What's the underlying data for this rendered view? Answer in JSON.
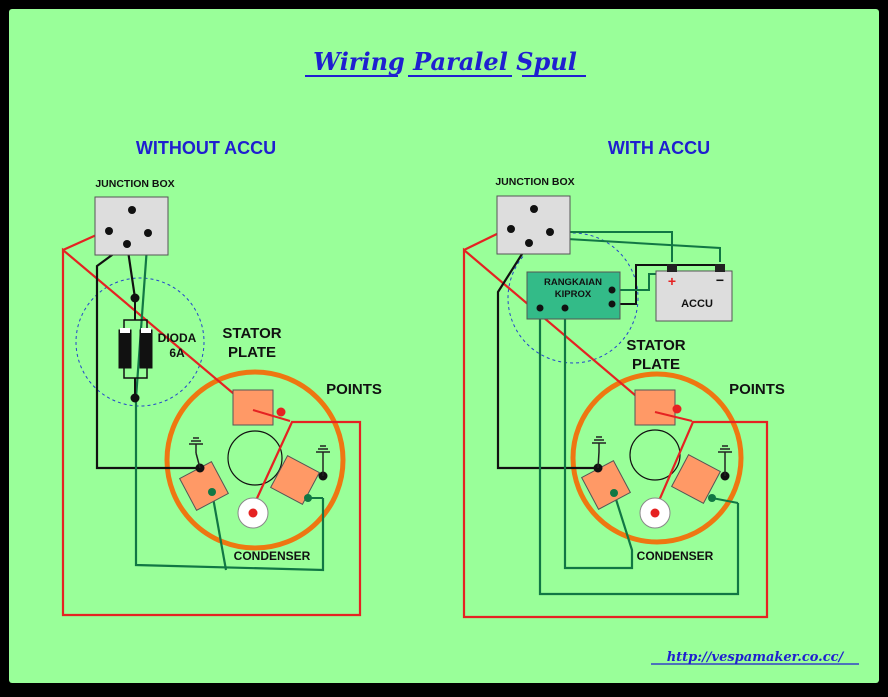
{
  "title": "Wiring Paralel Spul",
  "url": "http://vespamaker.co.cc/",
  "colors": {
    "background": "#99FF99",
    "heading": "#1F1FD0",
    "wire_red": "#E52222",
    "wire_green": "#117744",
    "wire_black": "#111111",
    "stator_ring": "#EE7711",
    "coil": "#FF9966",
    "kiprox": "#33BB88"
  },
  "left": {
    "heading": "WITHOUT ACCU",
    "junction_box": "JUNCTION BOX",
    "diode": [
      "DIODA",
      "6A"
    ],
    "stator": [
      "STATOR",
      "PLATE"
    ],
    "points": "POINTS",
    "condenser": "CONDENSER"
  },
  "right": {
    "heading": "WITH ACCU",
    "junction_box": "JUNCTION BOX",
    "kiprox": [
      "RANGKAIAN",
      "KIPROX"
    ],
    "accu": "ACCU",
    "plus": "+",
    "minus": "−",
    "stator": [
      "STATOR",
      "PLATE"
    ],
    "points": "POINTS",
    "condenser": "CONDENSER"
  }
}
